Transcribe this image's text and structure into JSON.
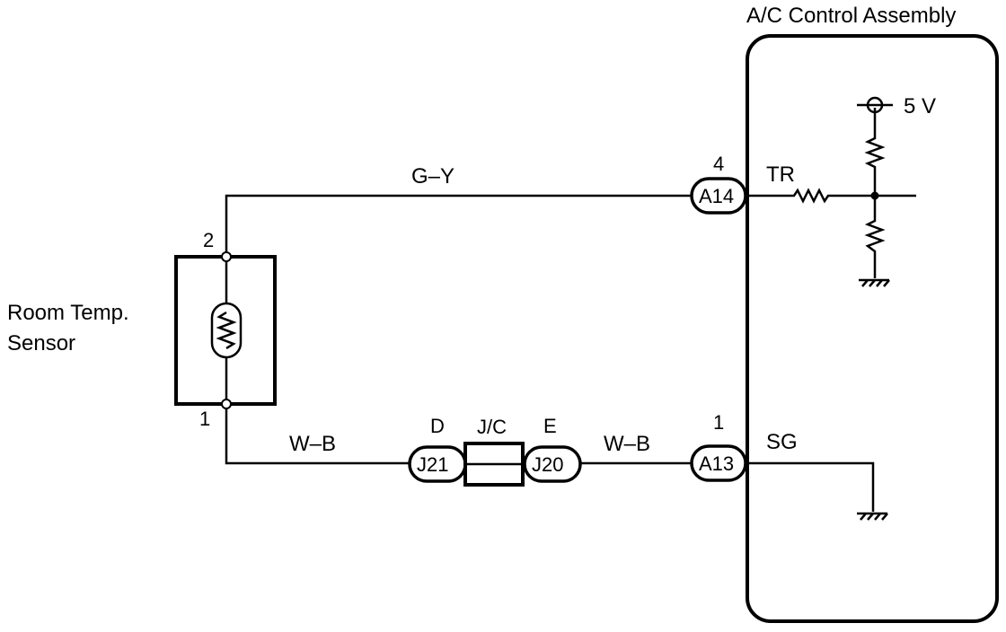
{
  "title": "A/C Control Assembly",
  "sensor": {
    "name_line1": "Room Temp.",
    "name_line2": "Sensor",
    "pin_top": "2",
    "pin_bottom": "1"
  },
  "wires": {
    "top": "G–Y",
    "bottom_left": "W–B",
    "bottom_right": "W–B"
  },
  "connectors": {
    "a14": {
      "label": "A14",
      "pin": "4"
    },
    "a13": {
      "label": "A13",
      "pin": "1"
    },
    "j21": {
      "label": "J21",
      "pin": "D"
    },
    "j20": {
      "label": "J20",
      "pin": "E"
    },
    "jc": {
      "label": "J/C"
    }
  },
  "terminals": {
    "tr": "TR",
    "sg": "SG"
  },
  "supply": "5 V"
}
